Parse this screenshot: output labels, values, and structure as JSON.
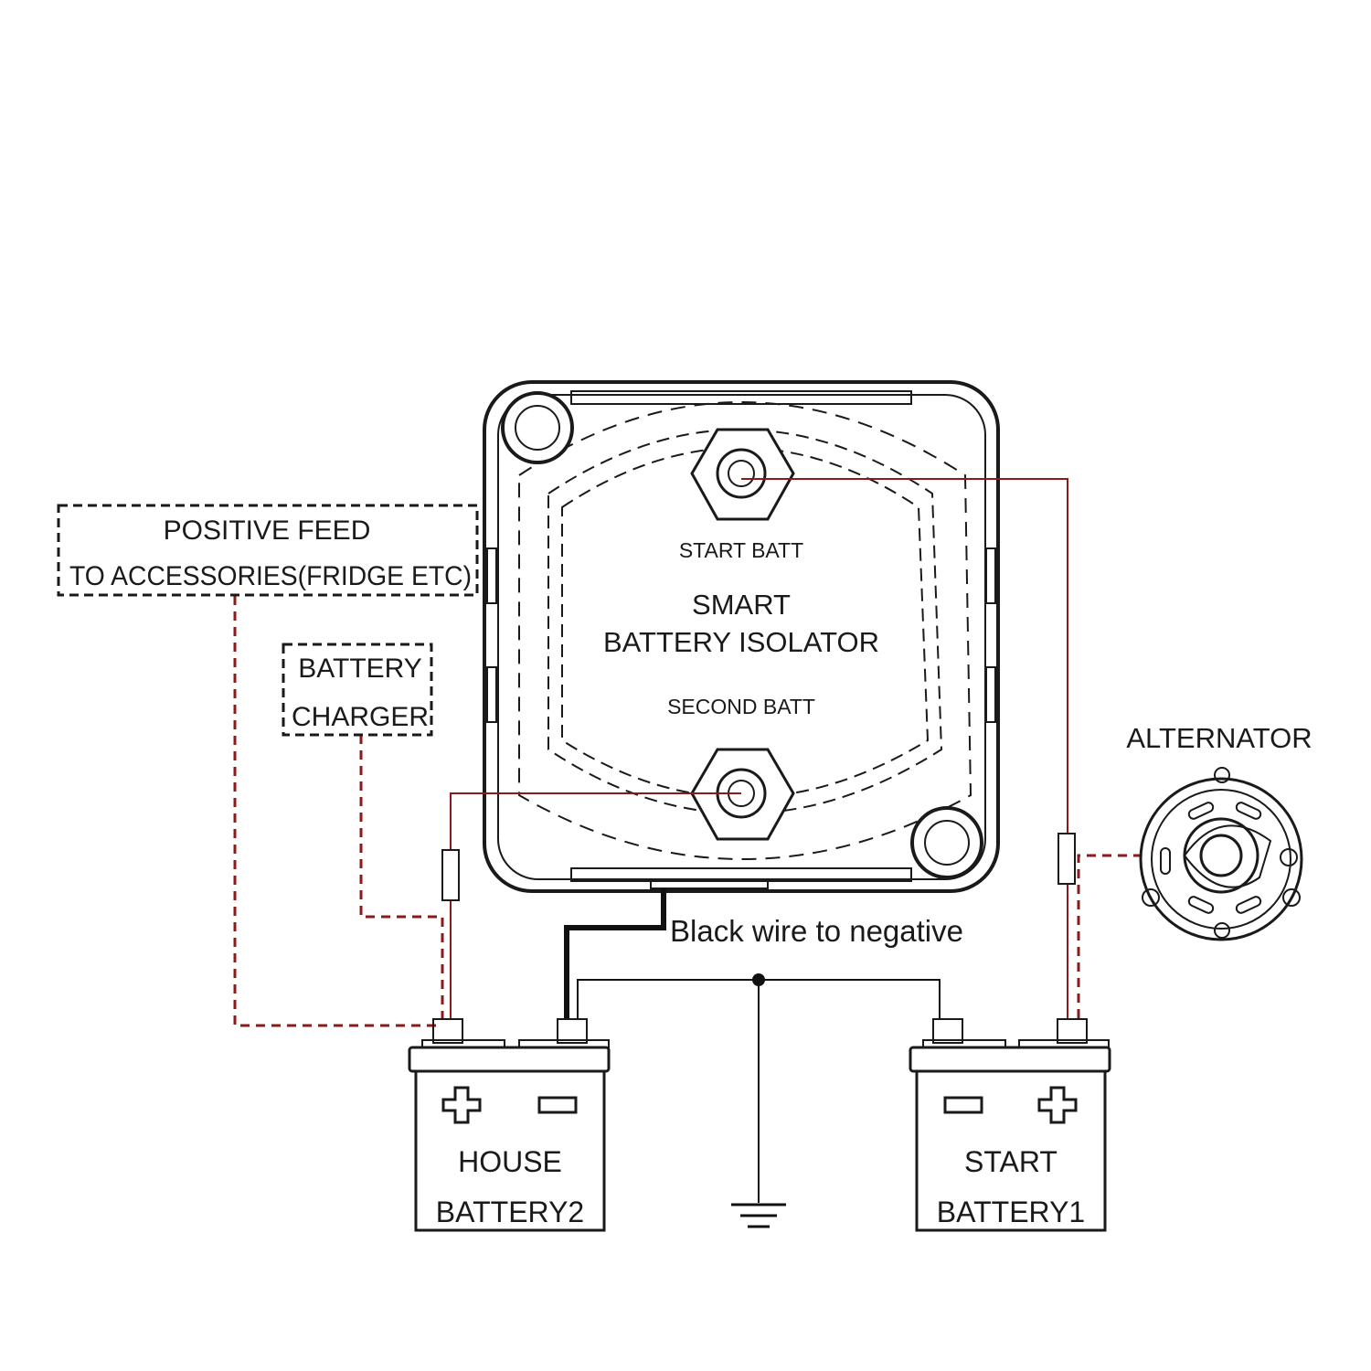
{
  "isolator": {
    "title_line1": "SMART",
    "title_line2": "BATTERY ISOLATOR",
    "start_terminal_label": "START BATT",
    "second_terminal_label": "SECOND BATT"
  },
  "positive_feed": {
    "line1": "POSITIVE FEED",
    "line2": "TO ACCESSORIES(FRIDGE ETC)"
  },
  "battery_charger": {
    "line1": "BATTERY",
    "line2": "CHARGER"
  },
  "alternator": {
    "label": "ALTERNATOR"
  },
  "negative_wire": {
    "label": "Black wire to negative"
  },
  "house_battery": {
    "line1": "HOUSE",
    "line2": "BATTERY2"
  },
  "start_battery": {
    "line1": "START",
    "line2": "BATTERY1"
  },
  "colors": {
    "positive_wire": "#8b1a1a",
    "negative_wire": "#111111",
    "outline": "#1a1a1a"
  },
  "icons": [
    "plus-icon",
    "minus-icon",
    "ground-symbol-icon",
    "alternator-icon",
    "fuse-icon",
    "terminal-nut-icon"
  ]
}
